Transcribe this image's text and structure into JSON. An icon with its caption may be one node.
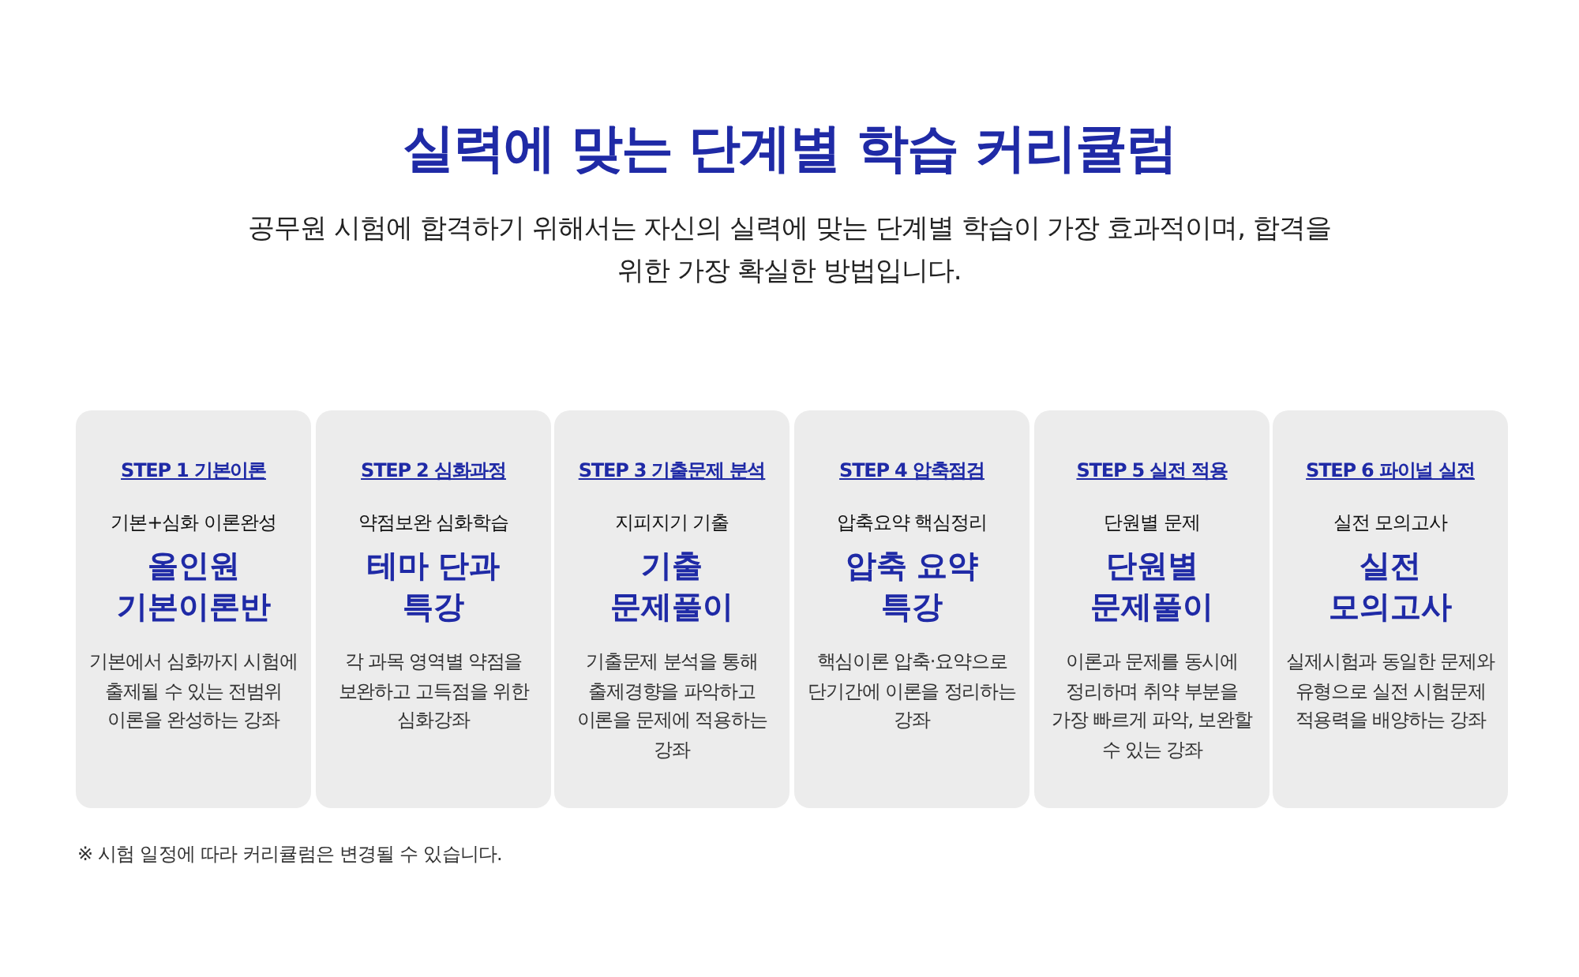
{
  "diagram": {
    "title": "실력에 맞는 단계별 학습 커리큘럼",
    "nodes": [
      {
        "text": [
          "STEP 1 기본이론",
          "기본+심화 이론완성",
          "올인원 기본이론반",
          "기본에서 심화까지 시험에 출제될 수 있는 전범위 이론을 완성하는 강좌"
        ]
      },
      {
        "text": [
          "STEP 2 심화과정",
          "약점보완 심화학습",
          "테마 단과 특강",
          "각 과목 영역별 약점을 보완하고 고득점을 위한 심화강좌"
        ]
      },
      {
        "text": [
          "STEP 3 기출문제 분석",
          "지피지기 기출",
          "기출 문제풀이",
          "기출문제 분석을 통해 출제경향을 파악하고 이론을 문제에 적용하는 강좌"
        ]
      },
      {
        "text": [
          "STEP 4 압축점검",
          "압축요약 핵심정리",
          "압축 요약 특강",
          "핵심이론 압축·요약으로 단기간에 이론을 정리하는 강좌"
        ]
      },
      {
        "text": [
          "STEP 5 실전 적용",
          "단원별 문제",
          "단원별 문제풀이",
          "이론과 문제를 동시에 정리하며 취약 부분을 가장 빠르게 파악, 보완할 수 있는 강좌"
        ]
      },
      {
        "text": [
          "STEP 6 파이널 실전",
          "실전 모의고사",
          "실전 모의고사",
          "실제시험과 동일한 문제와 유형으로 실전 시험문제 적용력을 배양하는 강좌"
        ]
      }
    ],
    "labels": [
      "공무원 시험에 합격하기 위해서는 자신의 실력에 맞는 단계별 학습이 가장 효과적이며, 합격을 위한 가장 확실한 방법입니다.",
      "※ 시험 일정에 따라 커리큘럼은 변경될 수 있습니다."
    ]
  }
}
